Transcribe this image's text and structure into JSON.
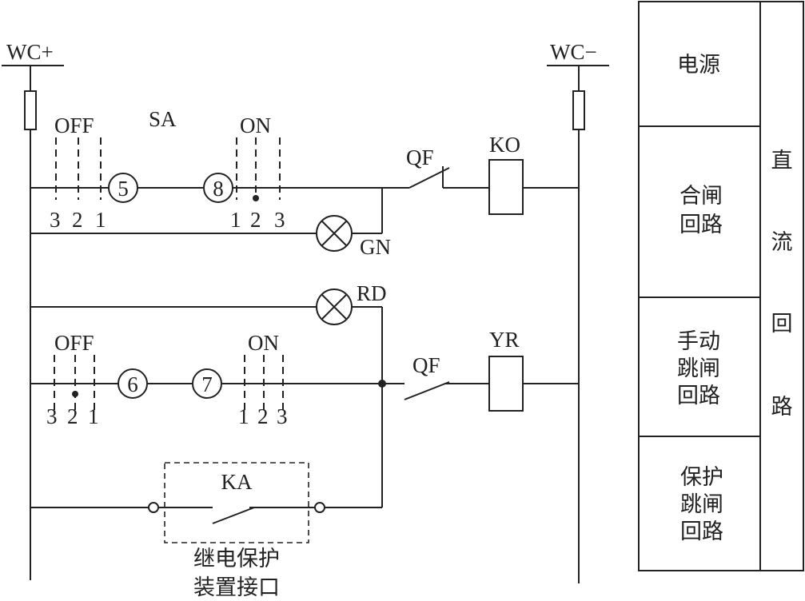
{
  "buses": {
    "positive": "WC+",
    "negative": "WC−"
  },
  "switch": {
    "name": "SA",
    "off_label": "OFF",
    "on_label": "ON",
    "close_left_contacts": [
      "3",
      "2",
      "1"
    ],
    "close_right_contacts": [
      "1",
      "2",
      "3"
    ],
    "trip_left_contacts": [
      "3",
      "2",
      "1"
    ],
    "trip_right_contacts": [
      "1",
      "2",
      "3"
    ],
    "terminals": [
      "5",
      "8",
      "6",
      "7"
    ]
  },
  "components": {
    "close_breaker_contact": "QF",
    "trip_breaker_contact": "QF",
    "close_coil": "KO",
    "trip_coil": "YR",
    "green_lamp": "GN",
    "red_lamp": "RD",
    "relay": "KA",
    "relay_interface": [
      "继电保护",
      "装置接口"
    ]
  },
  "side_table": {
    "right_column": [
      "直",
      "流",
      "回",
      "路"
    ],
    "rows": [
      {
        "lines": [
          "电源"
        ]
      },
      {
        "lines": [
          "合闸",
          "回路"
        ]
      },
      {
        "lines": [
          "手动",
          "跳闸",
          "回路"
        ]
      },
      {
        "lines": [
          "保护",
          "跳闸",
          "回路"
        ]
      }
    ]
  }
}
